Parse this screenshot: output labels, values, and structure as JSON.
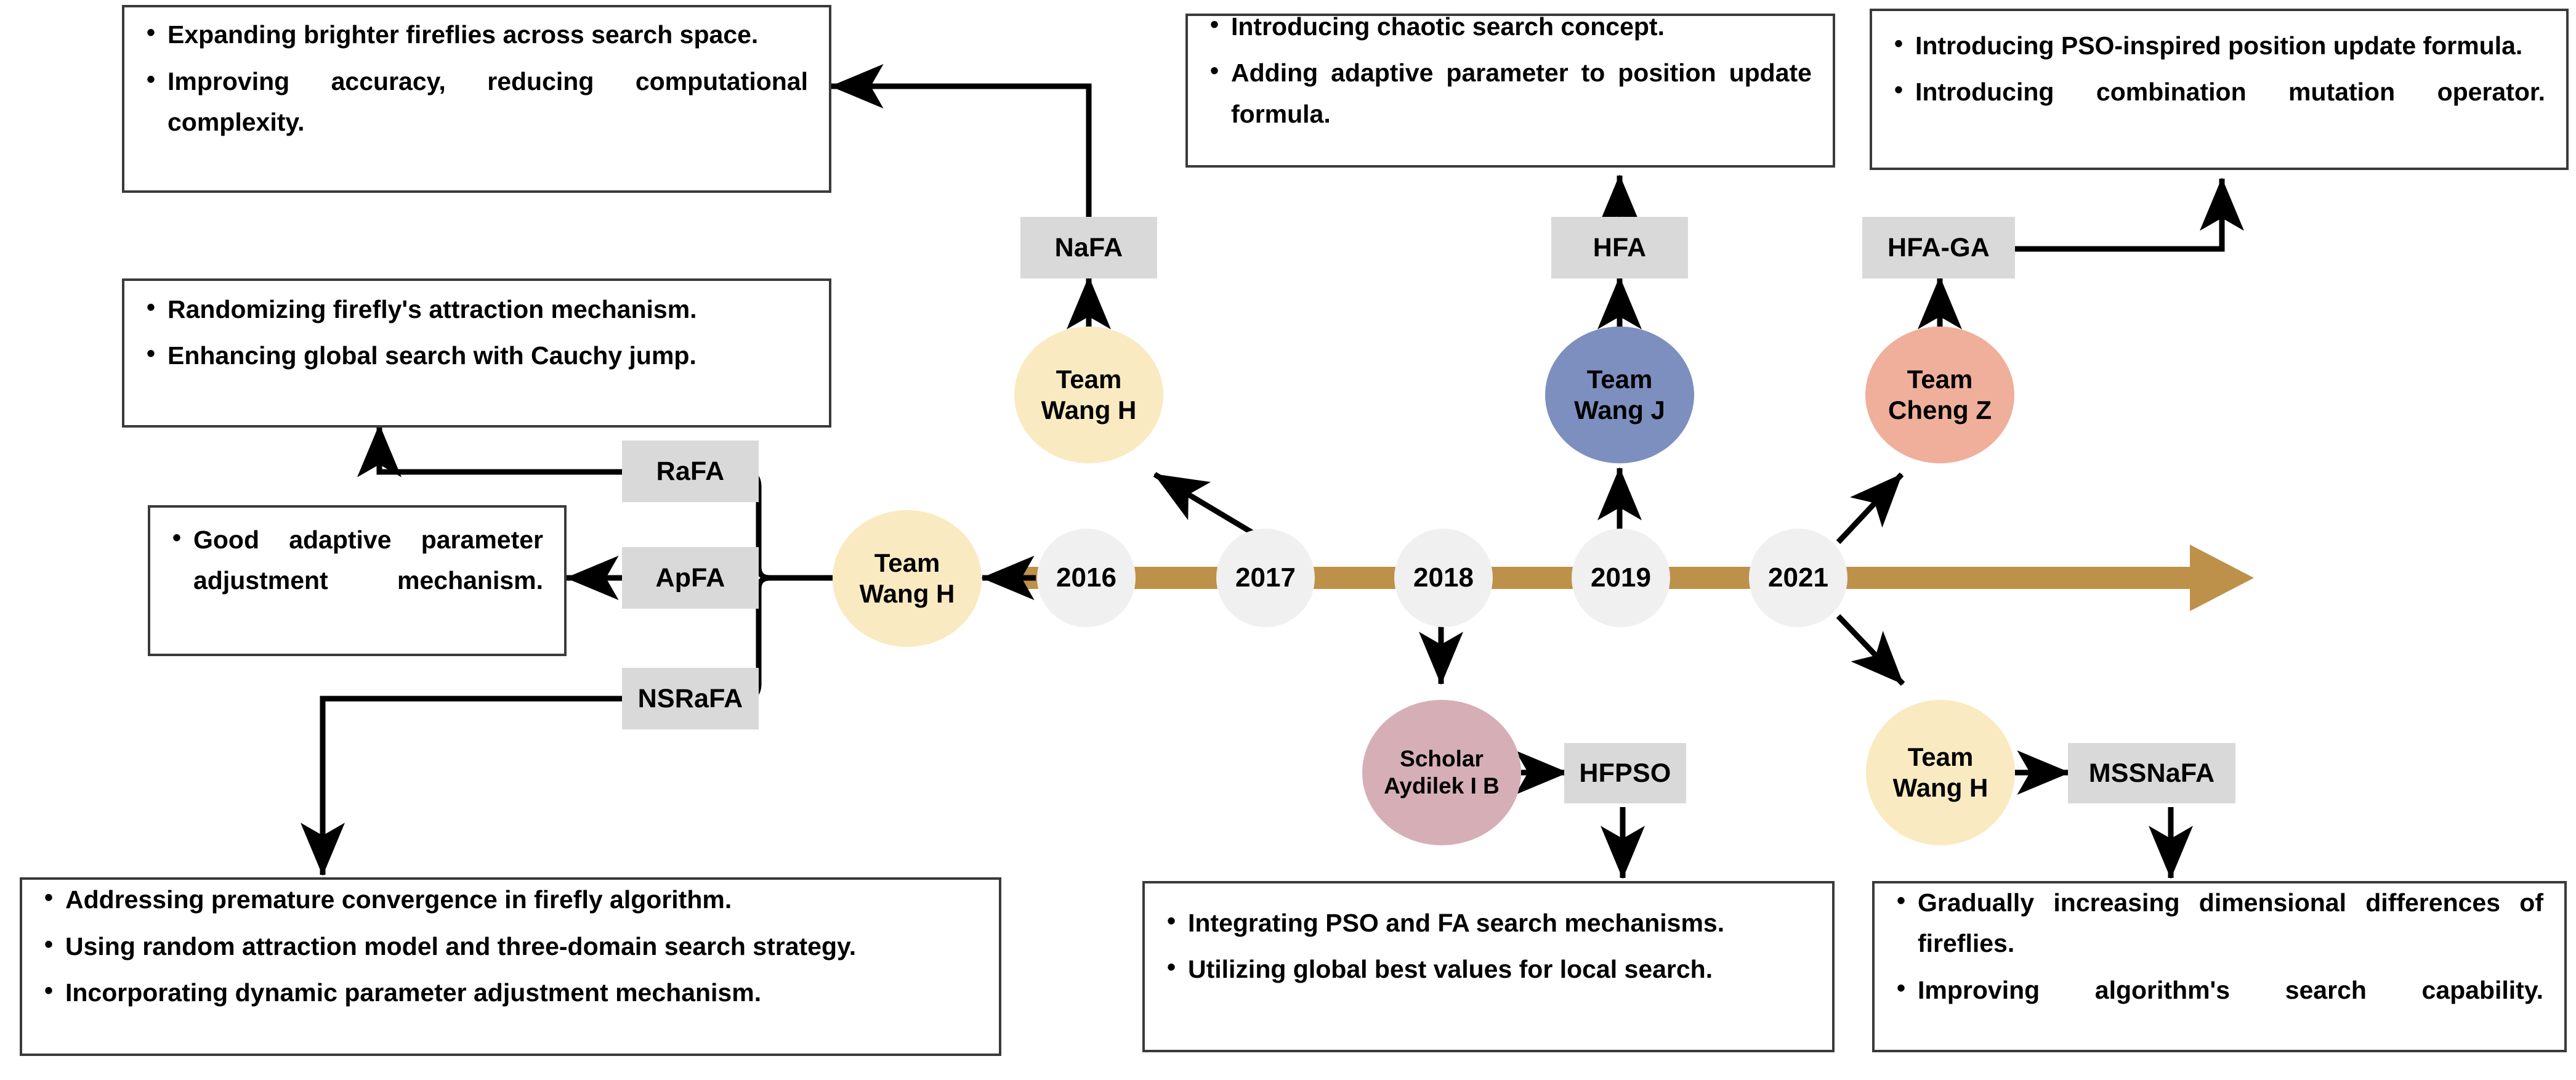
{
  "diagram": {
    "title": "Firefly algorithm research timeline",
    "timeline_color": "#bd9149",
    "node_colors": {
      "cream": "#faeac1",
      "year": "#f0f0f0",
      "blue": "#7d8fbf",
      "salmon": "#efaf9b",
      "mauve": "#d6afb6",
      "tag": "#d9d9d9"
    }
  },
  "years": [
    {
      "label": "2016"
    },
    {
      "label": "2017"
    },
    {
      "label": "2018"
    },
    {
      "label": "2019"
    },
    {
      "label": "2021"
    }
  ],
  "nodes": {
    "team_wang_h_left": {
      "line1": "Team",
      "line2": "Wang H"
    },
    "team_wang_h_2017": {
      "line1": "Team",
      "line2": "Wang H"
    },
    "team_wang_j": {
      "line1": "Team",
      "line2": "Wang J"
    },
    "team_cheng_z": {
      "line1": "Team",
      "line2": "Cheng Z"
    },
    "scholar_aydilek": {
      "line1": "Scholar",
      "line2": "Aydilek I B"
    },
    "team_wang_h_2021": {
      "line1": "Team",
      "line2": "Wang H"
    }
  },
  "tags": {
    "rafa": "RaFA",
    "apfa": "ApFA",
    "nsrafa": "NSRaFA",
    "nafa": "NaFA",
    "hfa": "HFA",
    "hfa_ga": "HFA-GA",
    "hfpso": "HFPSO",
    "mssnafa": "MSSNaFA"
  },
  "boxes": {
    "nafa_desc": {
      "bullets": [
        "Expanding brighter fireflies across search space.",
        "Improving accuracy, reducing computational complexity."
      ]
    },
    "hfa_desc": {
      "bullets": [
        "Introducing chaotic search concept.",
        "Adding adaptive parameter to position update formula."
      ]
    },
    "hfa_ga_desc": {
      "bullets": [
        "Introducing PSO-inspired position update formula.",
        "Introducing combination mutation operator."
      ]
    },
    "rafa_desc": {
      "bullets": [
        "Randomizing firefly's attraction mechanism.",
        "Enhancing global search with Cauchy jump."
      ]
    },
    "apfa_desc": {
      "bullets": [
        "Good adaptive parameter adjustment mechanism."
      ]
    },
    "nsrafa_desc": {
      "bullets": [
        "Addressing premature convergence in firefly algorithm.",
        "Using random attraction model and three-domain search strategy.",
        "Incorporating dynamic parameter adjustment mechanism."
      ]
    },
    "hfpso_desc": {
      "bullets": [
        "Integrating PSO and FA search mechanisms.",
        "Utilizing global best values for local search."
      ]
    },
    "mssnafa_desc": {
      "bullets": [
        "Gradually increasing dimensional differences of fireflies.",
        "Improving algorithm's search capability."
      ]
    }
  }
}
